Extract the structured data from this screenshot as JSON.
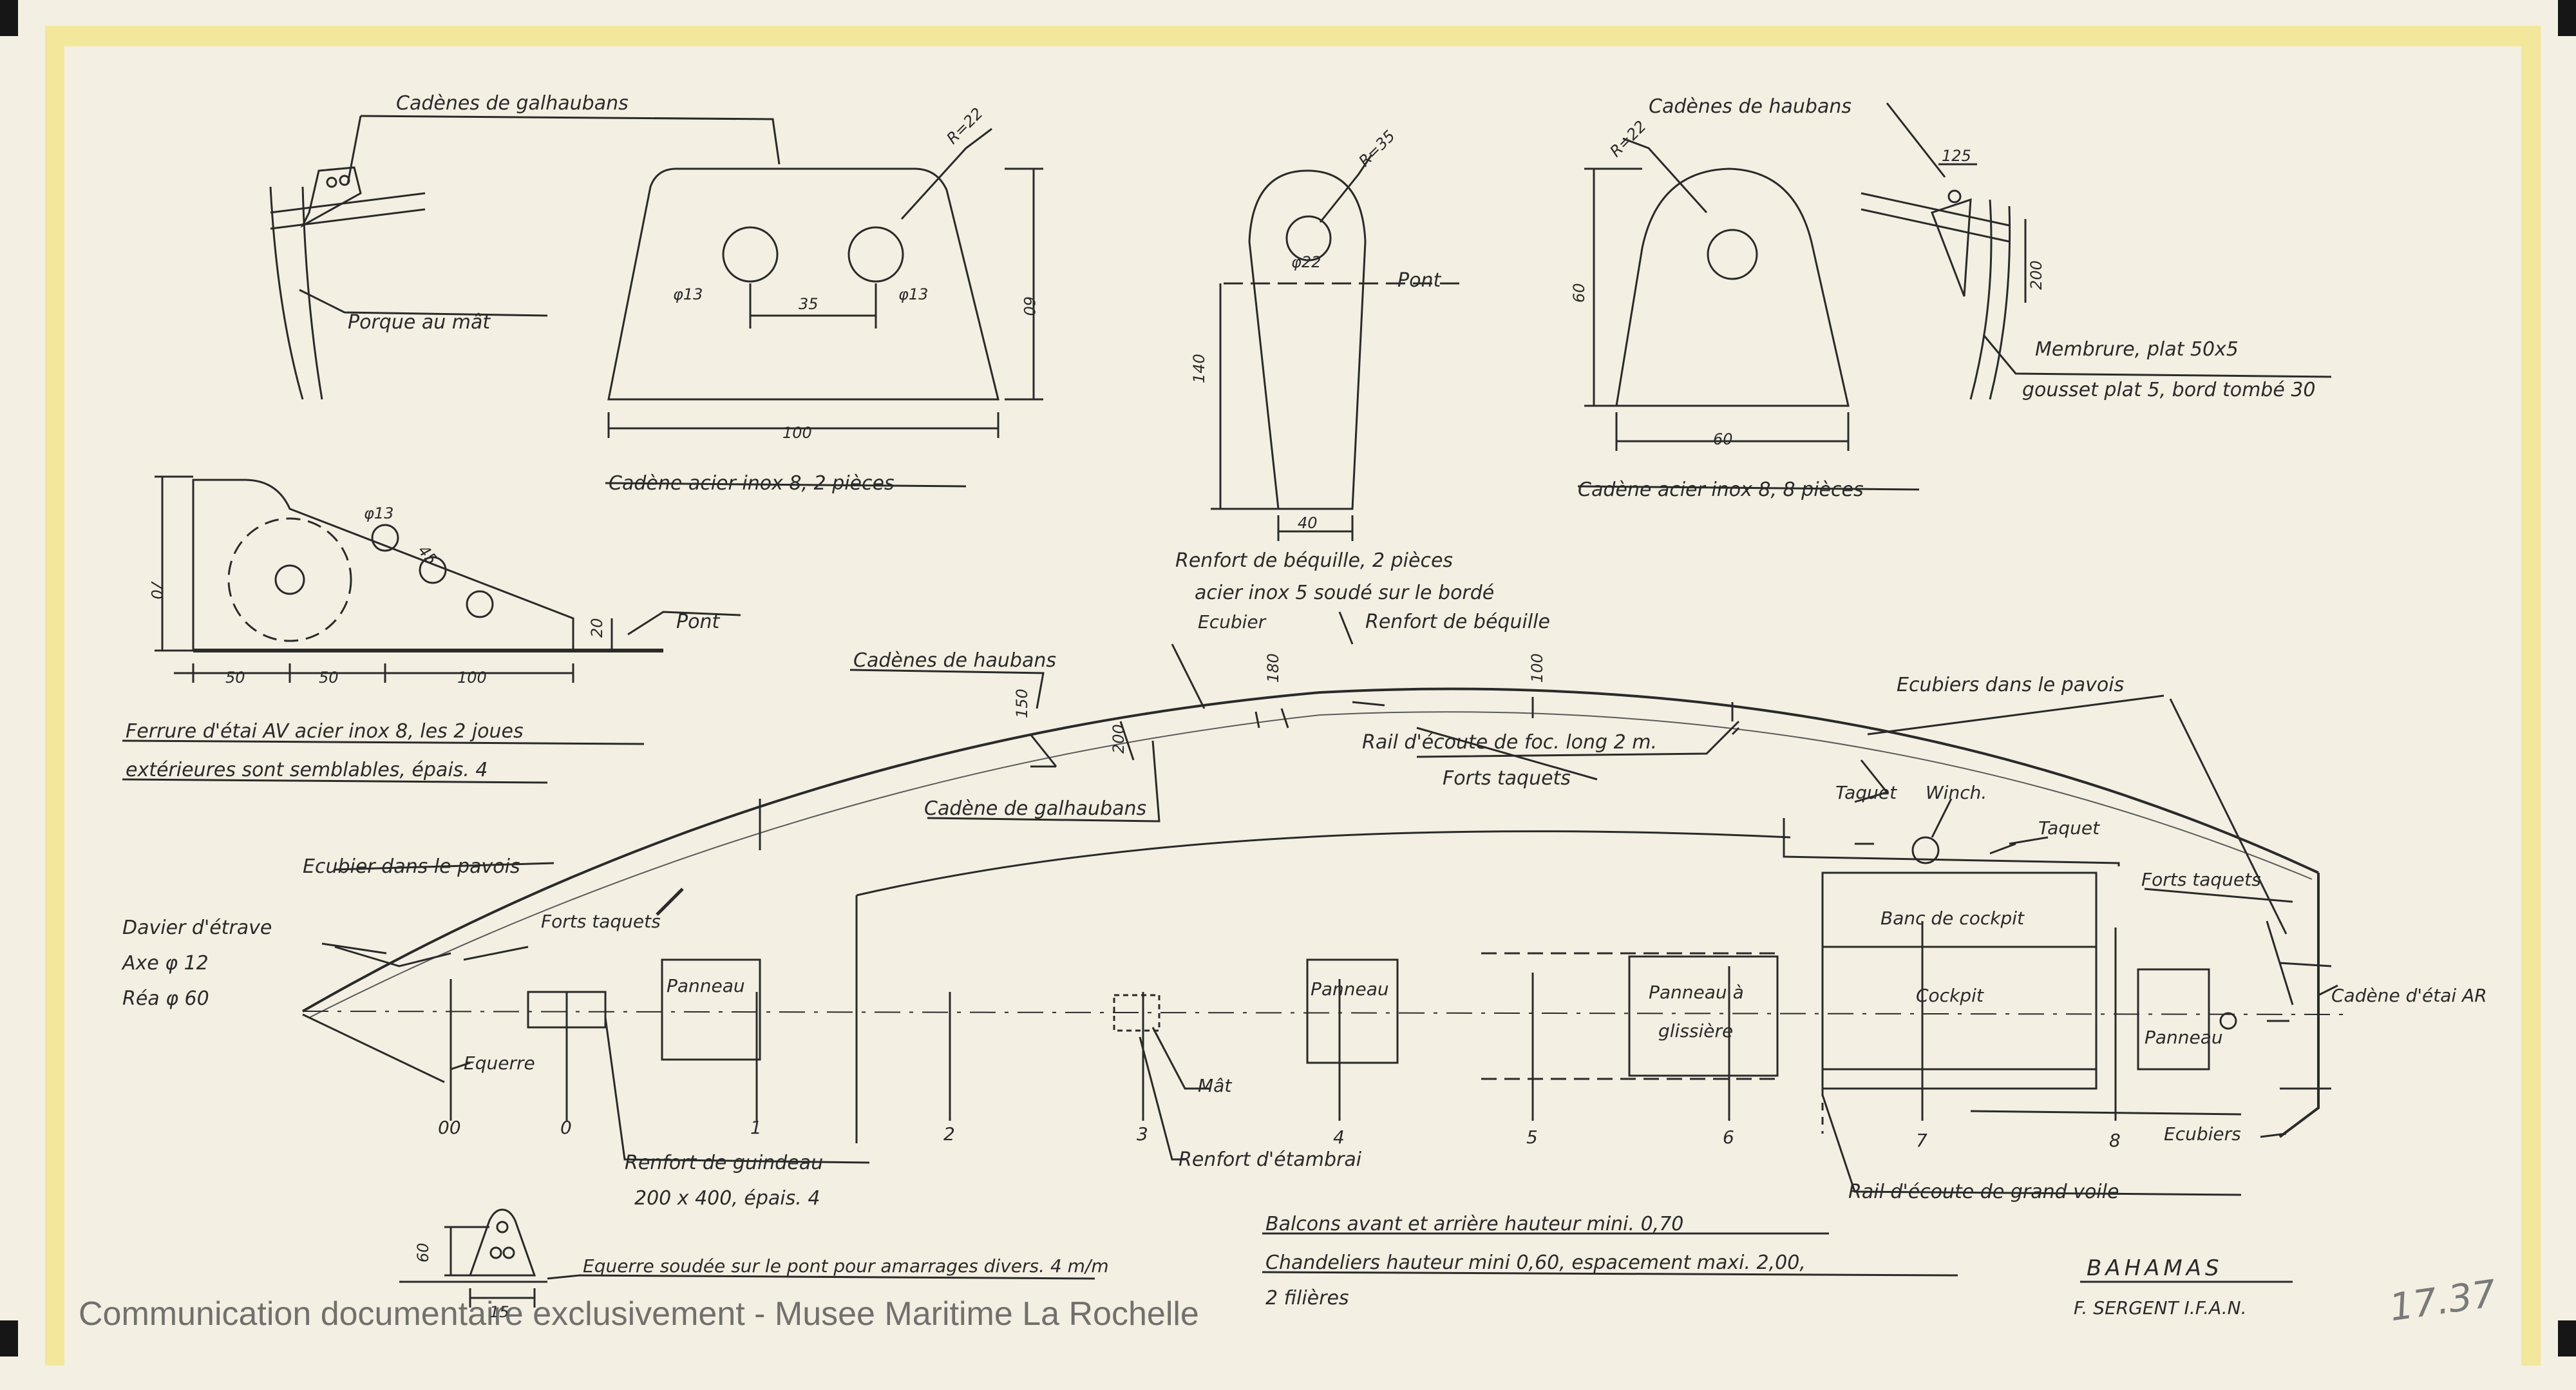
{
  "colors": {
    "paper": "#f3efe2",
    "tape": "#f2e79a",
    "ink": "#2a2a2a"
  },
  "watermark": "Communication documentaire exclusivement - Musee Maritime La Rochelle",
  "title": {
    "boat_name": "BAHAMAS",
    "designer": "F. SERGENT I.F.A.N.",
    "sheet_number": "17.37"
  },
  "labels": {
    "cadenes_galhaubans": "Cadènes de galhaubans",
    "porque_au_mat": "Porque au mât",
    "cadene_2_pieces": "Cadène acier inox 8, 2 pièces",
    "pont_a": "Pont",
    "cadenes_haubans_a": "Cadènes de haubans",
    "cadene_8_pieces": "Cadène acier inox 8, 8 pièces",
    "membrure": "Membrure, plat 50x5",
    "gousset": "gousset plat 5, bord tombé 30",
    "pont_b": "Pont",
    "ferrure_line1": "Ferrure d'étai AV acier inox 8, les 2 joues",
    "ferrure_line2": "extérieures sont semblables, épais. 4",
    "renfort_bequille_line1": "Renfort de béquille, 2 pièces",
    "renfort_bequille_line2": "acier inox 5 soudé sur le bordé",
    "ecubier_a": "Ecubier",
    "renfort_bequille_b": "Renfort de béquille",
    "cadenes_haubans_b": "Cadènes de haubans",
    "rail_ecoute_foc": "Rail d'écoute de foc. long 2 m.",
    "forts_taquets_a": "Forts taquets",
    "cadene_galhaubans_b": "Cadène de galhaubans",
    "ecubiers_pavois_a": "Ecubiers dans le pavois",
    "taquet_a": "Taquet",
    "winch": "Winch.",
    "taquet_b": "Taquet",
    "forts_taquets_b": "Forts taquets",
    "banc_cockpit": "Banc de cockpit",
    "cockpit": "Cockpit",
    "panneau_e": "Panneau",
    "cadene_etai_ar": "Cadène d'étai AR",
    "ecubiers_b": "Ecubiers",
    "rail_grand_voile": "Rail d'écoute de grand voile",
    "panneau_glissiere_line1": "Panneau à",
    "panneau_glissiere_line2": "glissière",
    "panneau_c": "Panneau",
    "panneau_b": "Panneau",
    "mat": "Mât",
    "renfort_etambrai": "Renfort d'étambrai",
    "renfort_guindeau_line1": "Renfort de guindeau",
    "renfort_guindeau_line2": "200 x 400, épais. 4",
    "equerre": "Equerre",
    "ecubier_pavois_b": "Ecubier dans le pavois",
    "forts_taquets_c": "Forts taquets",
    "davier_etrave": "Davier d'étrave",
    "axe": "Axe φ 12",
    "rea": "Réa φ 60",
    "equerre_soudee": "Equerre soudée sur le pont pour amarrages divers. 4 m/m",
    "balcons": "Balcons avant et arrière hauteur mini. 0,70",
    "chandeliers": "Chandeliers hauteur mini 0,60, espacement maxi. 2,00,",
    "filieres": "2 filières"
  },
  "dims": {
    "r22_a": "R=22",
    "phi13_a": "φ13",
    "phi13_b": "φ13",
    "d35": "35",
    "d60_a": "60",
    "d100_a": "100",
    "r35": "R=35",
    "phi22": "φ22",
    "d140": "140",
    "d40": "40",
    "r22_b": "R=22",
    "d60_b": "60",
    "d60_c": "60",
    "d125": "125",
    "d200_a": "200",
    "phi13_c": "φ13",
    "d45": "45",
    "d70": "70",
    "d20": "20",
    "d50_a": "50",
    "d50_b": "50",
    "d100_b": "100",
    "d150": "150",
    "d200_b": "200",
    "d180": "180",
    "d100_c": "100",
    "d60_d": "60",
    "d15": "15"
  },
  "stations": {
    "s00": "00",
    "s0": "0",
    "s1": "1",
    "s2": "2",
    "s3": "3",
    "s4": "4",
    "s5": "5",
    "s6": "6",
    "s7": "7",
    "s8": "8"
  }
}
